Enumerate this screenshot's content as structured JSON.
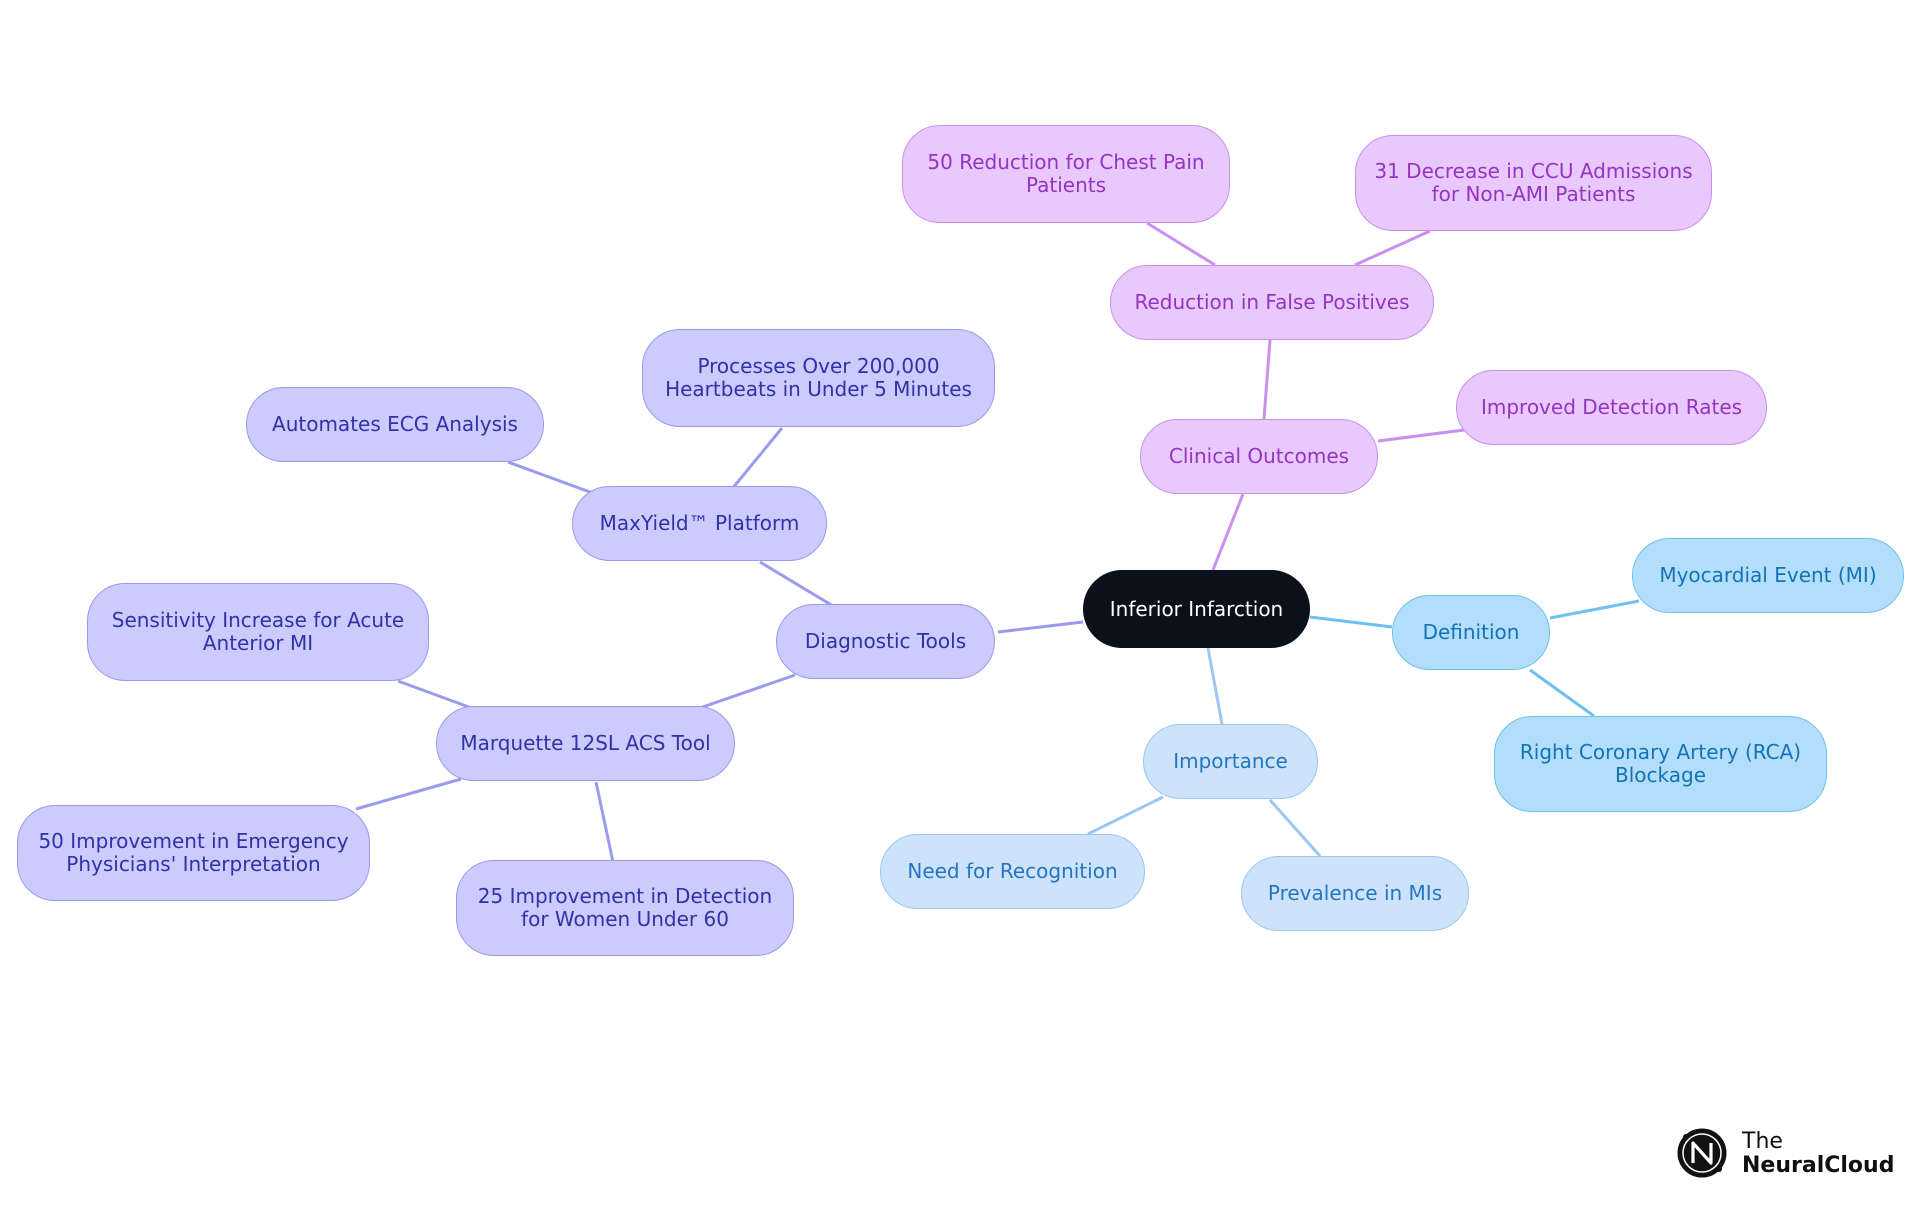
{
  "mindmap": {
    "root": {
      "label": "Inferior Infarction"
    },
    "definition": {
      "label": "Definition",
      "children": [
        "Myocardial Event (MI)",
        "Right Coronary Artery (RCA) Blockage"
      ]
    },
    "importance": {
      "label": "Importance",
      "children": [
        "Need for Recognition",
        "Prevalence in MIs"
      ]
    },
    "clinical_outcomes": {
      "label": "Clinical Outcomes",
      "children": [
        "Reduction in False Positives",
        "Improved Detection Rates"
      ],
      "false_positive_children": [
        "50 Reduction for Chest Pain Patients",
        "31 Decrease in CCU Admissions for Non-AMI Patients"
      ]
    },
    "diagnostic_tools": {
      "label": "Diagnostic Tools",
      "maxyield": {
        "label": "MaxYield™ Platform",
        "children": [
          "Processes Over 200,000 Heartbeats in Under 5 Minutes",
          "Automates ECG Analysis"
        ]
      },
      "marquette": {
        "label": "Marquette 12SL ACS Tool",
        "children": [
          "Sensitivity Increase for Acute Anterior MI",
          "50 Improvement in Emergency Physicians' Interpretation",
          "25 Improvement in Detection for Women Under 60"
        ]
      }
    }
  },
  "logo": {
    "line1": "The",
    "line2": "NeuralCloud",
    "icon": "neuralcloud-logo-icon"
  },
  "colors": {
    "root": "#0b111b",
    "definition_branch": "#6ec0ef",
    "importance_branch": "#9cc7f1",
    "diagnostic_branch": "#9a9aee",
    "clinical_branch": "#ca8ff0"
  }
}
